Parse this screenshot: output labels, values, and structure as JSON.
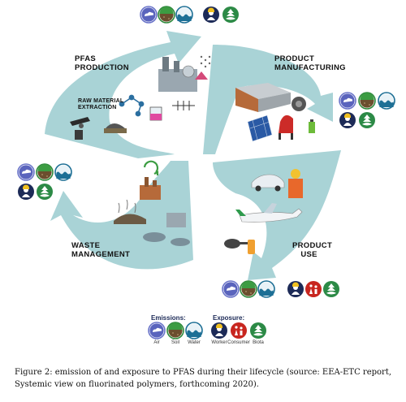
{
  "stages": {
    "production": [
      "PFAS",
      "PRODUCTION"
    ],
    "raw_material": [
      "RAW MATERIAL",
      "EXTRACTION"
    ],
    "manufacturing": [
      "PRODUCT",
      "MANUFACTURING"
    ],
    "use": [
      "PRODUCT",
      "USE"
    ],
    "waste": [
      "WASTE",
      "MANAGEMENT"
    ]
  },
  "legend": {
    "emissions_title": "Emissions:",
    "exposure_title": "Exposure:",
    "emissions": [
      "Air",
      "Soil",
      "Water"
    ],
    "exposure": [
      "Worker",
      "Consumer",
      "Biota"
    ]
  },
  "caption": [
    "Figure 2: emission of and exposure to PFAS during their lifecycle (source: EEA-ETC report,",
    "Systemic view on fluorinated polymers, forthcoming 2020)."
  ],
  "colors": {
    "arrow": "#a9d3d6",
    "air": "#6a74c9",
    "soil": "#2f8a3c",
    "water": "#1d6f95",
    "worker": "#1c2a57",
    "consumer": "#c8261f",
    "biota": "#2c8a46"
  }
}
